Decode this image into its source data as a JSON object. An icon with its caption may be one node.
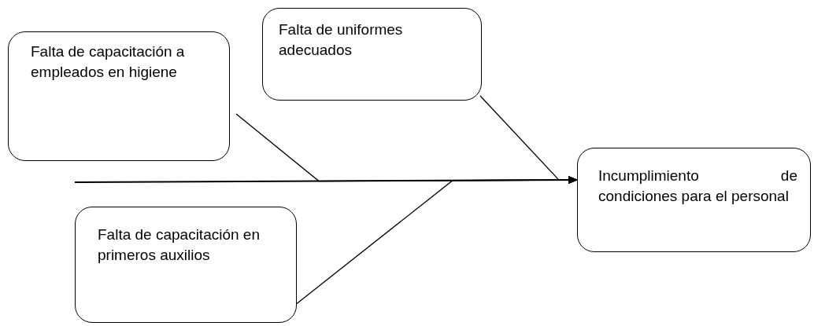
{
  "diagram": {
    "nodes": [
      {
        "text": [
          "Falta de capacitación a empleados en higiene"
        ]
      },
      {
        "text": [
          "Falta de uniformes adecuados"
        ]
      },
      {
        "text": [
          "Falta de capacitación en primeros auxilios"
        ]
      },
      {
        "text": [
          "Incumplimiento de condiciones para el personal"
        ]
      }
    ],
    "edges": [
      {
        "from": null,
        "to": 3,
        "arrow": "to"
      },
      {
        "from": 0,
        "to": 3,
        "arrow": "to"
      },
      {
        "from": 1,
        "to": 3,
        "arrow": "to"
      },
      {
        "from": 2,
        "to": 3,
        "arrow": "to"
      }
    ]
  }
}
